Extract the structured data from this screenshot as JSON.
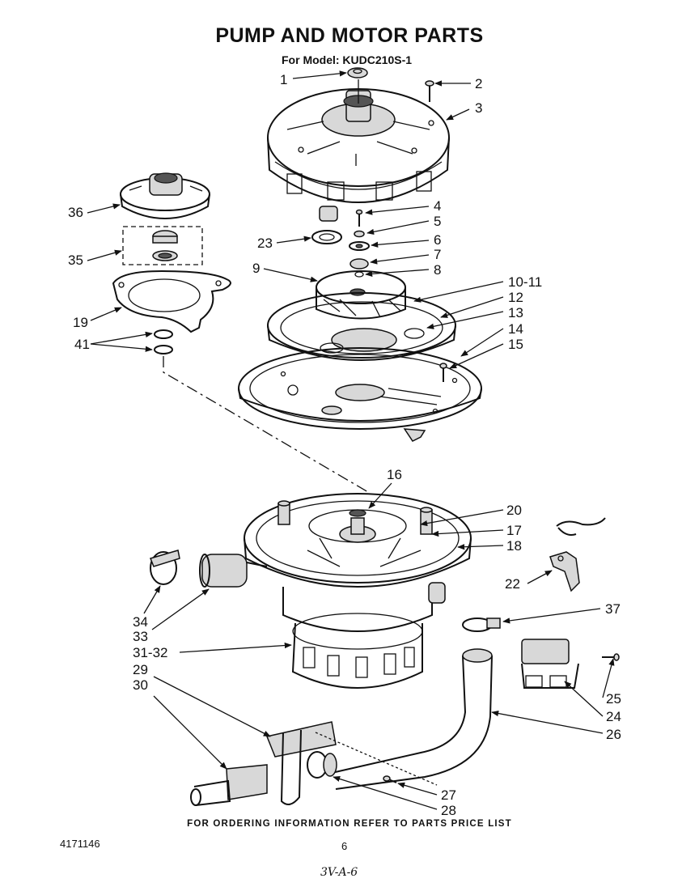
{
  "title": "PUMP AND MOTOR PARTS",
  "subtitle": "For Model: KUDC210S-1",
  "footer_text": "FOR ORDERING INFORMATION REFER TO PARTS PRICE LIST",
  "document_number": "4171146",
  "page_number": "6",
  "handwritten_note": "3V-A-6",
  "callouts": [
    "1",
    "2",
    "3",
    "4",
    "5",
    "6",
    "7",
    "8",
    "9",
    "10-11",
    "12",
    "13",
    "14",
    "15",
    "16",
    "17",
    "18",
    "19",
    "20",
    "22",
    "23",
    "24",
    "25",
    "26",
    "27",
    "28",
    "29",
    "30",
    "31-32",
    "33",
    "34",
    "35",
    "36",
    "37",
    "41"
  ]
}
